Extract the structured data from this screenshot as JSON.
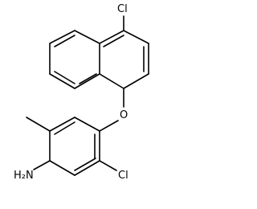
{
  "molecule": {
    "atoms": {
      "chlorine_top": "Cl",
      "oxygen_bridge": "O",
      "chlorine_bottom": "Cl",
      "amine": "H₂N"
    }
  }
}
